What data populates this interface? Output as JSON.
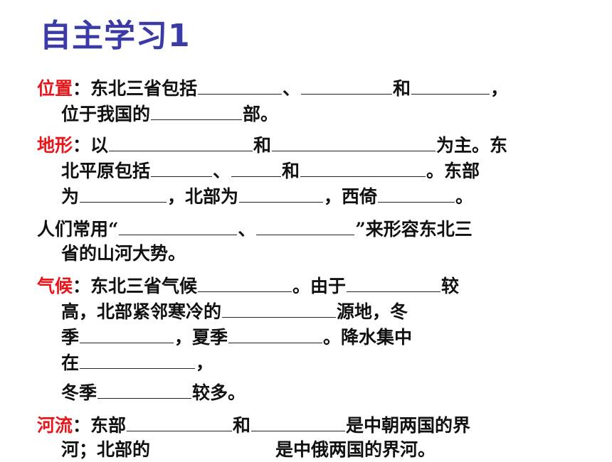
{
  "title": "自主学习1",
  "location": {
    "label": "位置",
    "l1": [
      "：东北三省包括",
      "、",
      "和",
      "，"
    ],
    "l2": [
      "位于我国的",
      "部。"
    ]
  },
  "terrain": {
    "label": "地形",
    "l1": [
      "：以",
      "和",
      "为主。东"
    ],
    "l2": [
      "北平原包括",
      "、",
      "和",
      "。东部"
    ],
    "l3": [
      "为",
      "，北部为",
      "，西倚",
      "。"
    ]
  },
  "mountains": {
    "l1": [
      "人们常用“",
      "、",
      "”来形容东北三"
    ],
    "l2": [
      "省的山河大势。"
    ]
  },
  "climate": {
    "label": "气候",
    "l1": [
      "：东北三省气候",
      "。由于",
      "较"
    ],
    "l2": [
      "高，北部紧邻寒冷的",
      "源地，冬"
    ],
    "l3": [
      "季",
      "，夏季",
      "。降水集中"
    ],
    "l4": [
      "在",
      "，"
    ],
    "l5": [
      "冬季",
      "较多。"
    ]
  },
  "rivers": {
    "label": "河流",
    "l1": [
      "：东部",
      "和",
      "是中朝两国的界"
    ],
    "l2": [
      "河；北部的",
      "是中俄两国的界河。"
    ]
  }
}
